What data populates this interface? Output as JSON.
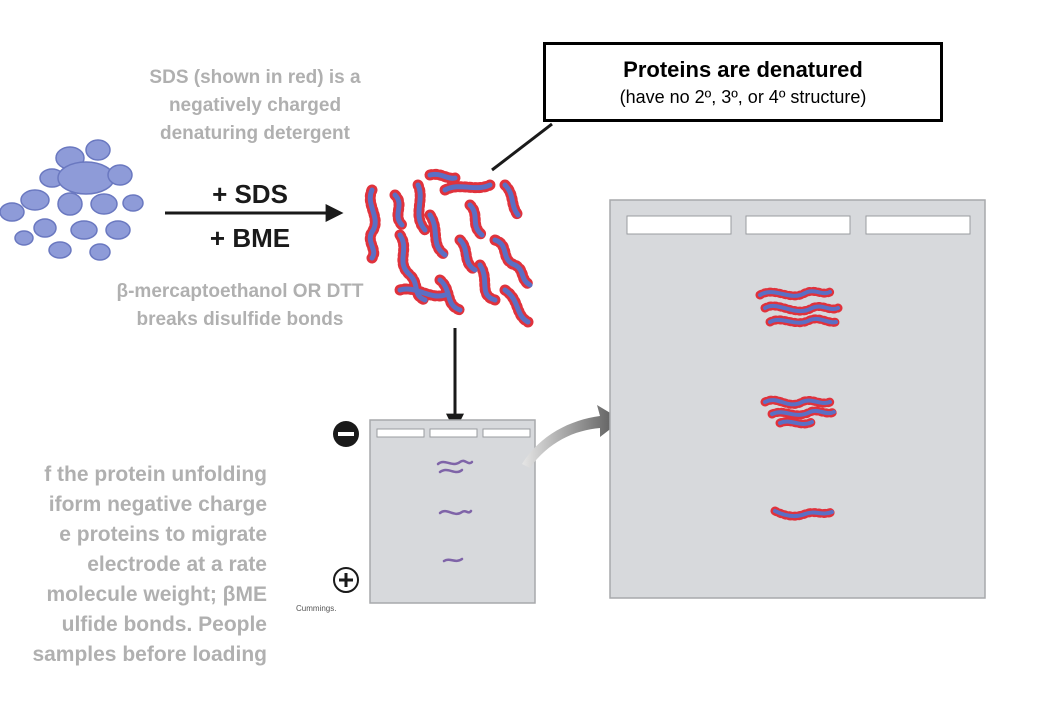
{
  "sds_note": [
    "SDS (shown in red) is a",
    "negatively charged",
    "denaturing detergent"
  ],
  "reagents": {
    "sds": "+ SDS",
    "bme": "+ BME"
  },
  "bme_note": [
    "β-mercaptoethanol OR DTT",
    "breaks disulfide bonds"
  ],
  "callout": {
    "title": "Proteins are denatured",
    "subtitle": "(have no 2º, 3º, or 4º structure)"
  },
  "description": [
    "f the protein unfolding",
    "iform negative charge",
    "e proteins to migrate",
    "electrode at a rate",
    "molecule weight; βME",
    "ulfide bonds.  People",
    "samples before loading"
  ],
  "credit": "Cummings.",
  "electrodes": {
    "negative": "−",
    "positive": "+"
  },
  "colors": {
    "protein": "#5b6fc4",
    "sds": "#e0323c",
    "globule": "#8e9bd8",
    "gel": "#d7d9dc",
    "gray_text": "#b0b0b0"
  }
}
